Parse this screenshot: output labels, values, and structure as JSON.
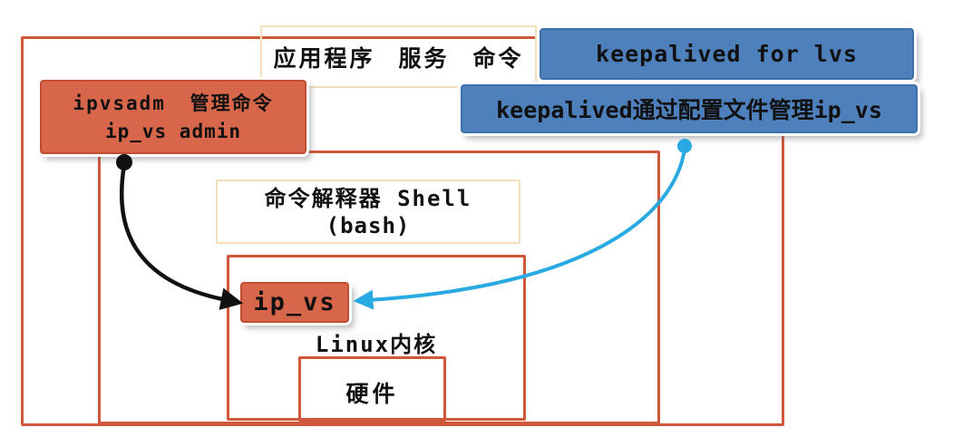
{
  "layers": {
    "application": {
      "label": "应用程序 服务 命令"
    },
    "shell": {
      "line1": "命令解释器 Shell",
      "line2": "(bash)"
    },
    "kernel": {
      "label": "Linux内核"
    },
    "hardware": {
      "label": "硬件"
    }
  },
  "nodes": {
    "ipvsadm": {
      "line1": "ipvsadm 管理命令",
      "line2": "ip_vs admin"
    },
    "keepalived": {
      "label": "keepalived for lvs"
    },
    "keepalived_note": {
      "label": "keepalived通过配置文件管理ip_vs"
    },
    "ip_vs": {
      "label": "ip_vs"
    }
  },
  "colors": {
    "orange_line": "#d0573a",
    "red_fill": "#d7664b",
    "red_border": "#c24d2f",
    "blue_fill": "#4e80bc",
    "blue_border": "#3f70a9",
    "cream_border": "#f3e0bb",
    "arrow_black": "#111111",
    "arrow_blue": "#29a9e2"
  }
}
